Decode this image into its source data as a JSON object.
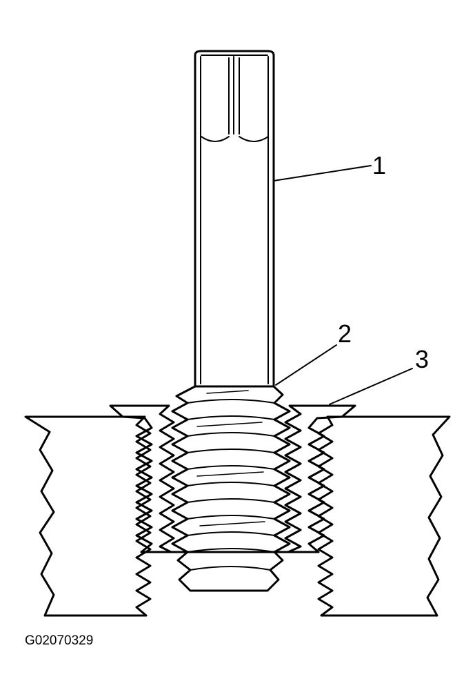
{
  "figure": {
    "id_code": "G02070329",
    "callouts": [
      {
        "label": "1",
        "part": "tool"
      },
      {
        "label": "2",
        "part": "thread-on-tool"
      },
      {
        "label": "3",
        "part": "insert"
      }
    ]
  },
  "colors": {
    "line": "#000000",
    "background": "#ffffff"
  }
}
